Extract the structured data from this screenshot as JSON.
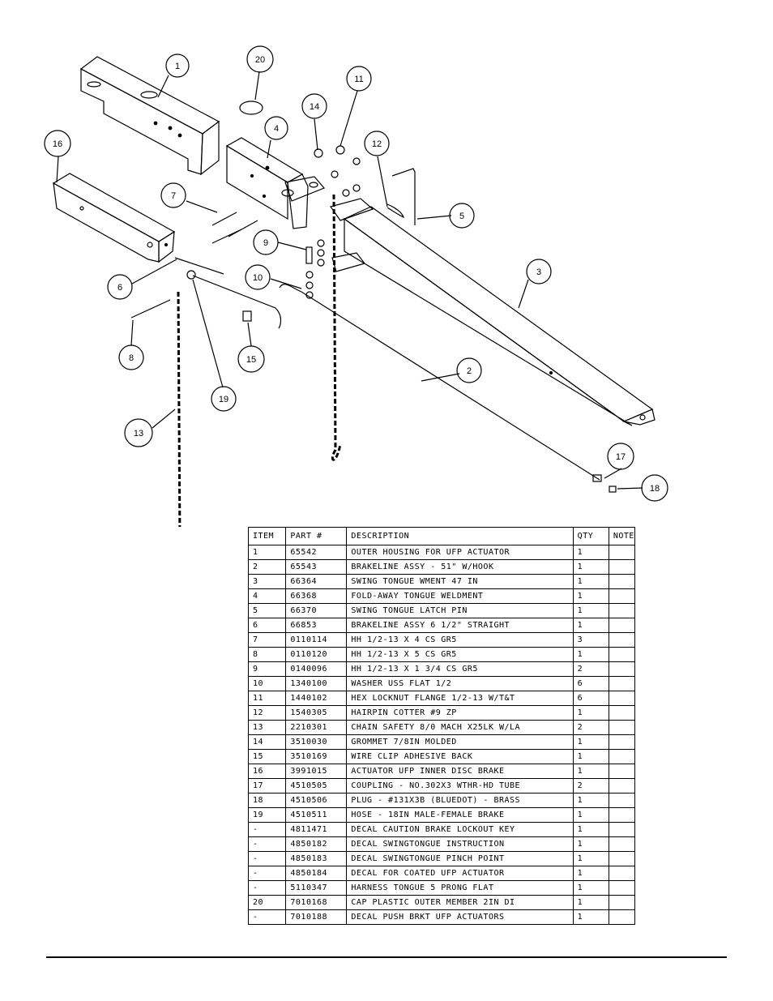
{
  "callouts": [
    "1",
    "20",
    "11",
    "14",
    "4",
    "12",
    "16",
    "7",
    "5",
    "9",
    "3",
    "10",
    "6",
    "15",
    "2",
    "8",
    "19",
    "13",
    "17",
    "18"
  ],
  "table": {
    "headers": [
      "ITEM",
      "PART #",
      "DESCRIPTION",
      "QTY",
      "NOTE"
    ],
    "rows": [
      [
        "1",
        "65542",
        "OUTER HOUSING FOR UFP ACTUATOR",
        "1",
        ""
      ],
      [
        "2",
        "65543",
        "BRAKELINE ASSY - 51\" W/HOOK",
        "1",
        ""
      ],
      [
        "3",
        "66364",
        "SWING TONGUE WMENT 47 IN",
        "1",
        ""
      ],
      [
        "4",
        "66368",
        "FOLD-AWAY TONGUE WELDMENT",
        "1",
        ""
      ],
      [
        "5",
        "66370",
        "SWING TONGUE LATCH PIN",
        "1",
        ""
      ],
      [
        "6",
        "66853",
        "BRAKELINE ASSY 6 1/2\" STRAIGHT",
        "1",
        ""
      ],
      [
        "7",
        "0110114",
        "HH 1/2-13 X 4 CS GR5",
        "3",
        ""
      ],
      [
        "8",
        "0110120",
        "HH 1/2-13 X 5 CS GR5",
        "1",
        ""
      ],
      [
        "9",
        "0140096",
        "HH 1/2-13 X 1 3/4 CS GR5",
        "2",
        ""
      ],
      [
        "10",
        "1340100",
        "WASHER USS FLAT 1/2",
        "6",
        ""
      ],
      [
        "11",
        "1440102",
        "HEX LOCKNUT FLANGE 1/2-13 W/T&T",
        "6",
        ""
      ],
      [
        "12",
        "1540305",
        "HAIRPIN COTTER #9 ZP",
        "1",
        ""
      ],
      [
        "13",
        "2210301",
        "CHAIN SAFETY 8/0 MACH X25LK W/LA",
        "2",
        ""
      ],
      [
        "14",
        "3510030",
        "GROMMET  7/8IN MOLDED",
        "1",
        ""
      ],
      [
        "15",
        "3510169",
        "WIRE CLIP   ADHESIVE BACK",
        "1",
        ""
      ],
      [
        "16",
        "3991015",
        "ACTUATOR UFP INNER  DISC BRAKE",
        "1",
        ""
      ],
      [
        "17",
        "4510505",
        "COUPLING - NO.302X3 WTHR-HD TUBE",
        "2",
        ""
      ],
      [
        "18",
        "4510506",
        "PLUG - #131X3B (BLUEDOT) - BRASS",
        "1",
        ""
      ],
      [
        "19",
        "4510511",
        "HOSE - 18IN MALE-FEMALE BRAKE",
        "1",
        ""
      ],
      [
        "-",
        "4811471",
        "DECAL CAUTION BRAKE LOCKOUT KEY",
        "1",
        ""
      ],
      [
        "-",
        "4850182",
        "DECAL SWINGTONGUE INSTRUCTION",
        "1",
        ""
      ],
      [
        "-",
        "4850183",
        "DECAL SWINGTONGUE PINCH POINT",
        "1",
        ""
      ],
      [
        "-",
        "4850184",
        "DECAL FOR COATED UFP ACTUATOR",
        "1",
        ""
      ],
      [
        "-",
        "5110347",
        "HARNESS  TONGUE 5 PRONG FLAT",
        "1",
        ""
      ],
      [
        "20",
        "7010168",
        "CAP  PLASTIC OUTER MEMBER 2IN DI",
        "1",
        ""
      ],
      [
        "-",
        "7010188",
        "DECAL PUSH BRKT UFP ACTUATORS",
        "1",
        ""
      ]
    ]
  }
}
